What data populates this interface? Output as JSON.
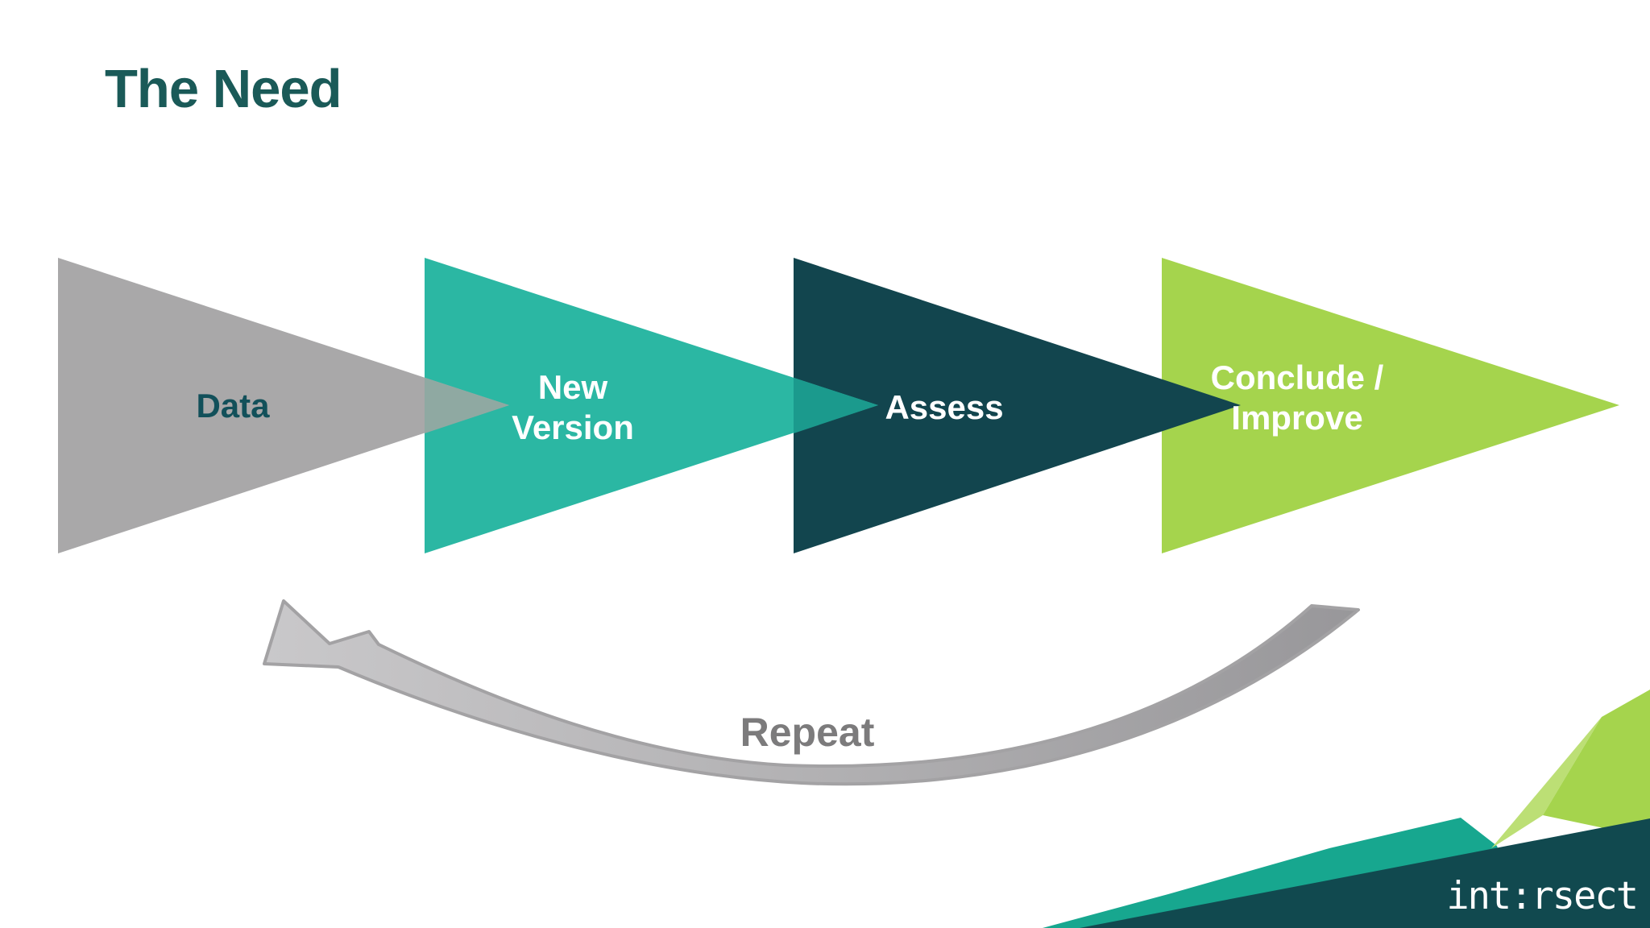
{
  "title": "The Need",
  "steps": [
    {
      "line1": "Data",
      "line2": "",
      "fill": "#a9a8a9",
      "tip_fill": "#8fa9a2",
      "text_color": "#12505a"
    },
    {
      "line1": "New",
      "line2": "Version",
      "fill": "#2bb7a3",
      "tip_fill": "#1b9a8d",
      "text_color": "#ffffff"
    },
    {
      "line1": "Assess",
      "line2": "",
      "fill": "#12454e",
      "tip_fill": "#12454e",
      "text_color": "#ffffff"
    },
    {
      "line1": "Conclude /",
      "line2": "Improve",
      "fill": "#a5d44d",
      "tip_fill": "#a5d44d",
      "text_color": "#ffffff"
    }
  ],
  "repeat_label": "Repeat",
  "logo_text": "int:rsect",
  "colors": {
    "background": "#ffffff",
    "title_text": "#1a5a58",
    "repeat_text": "#7c7b7c",
    "arrow_stroke": "#a3a2a4",
    "arrow_fill_light": "#c9c8ca",
    "arrow_fill_dark": "#98979a",
    "corner_teal": "#17a78f",
    "corner_dark_band": "#11494f",
    "corner_lime": "#a5d44d",
    "corner_lime_light": "#bcdf75",
    "logo_text_color": "#ffffff"
  }
}
